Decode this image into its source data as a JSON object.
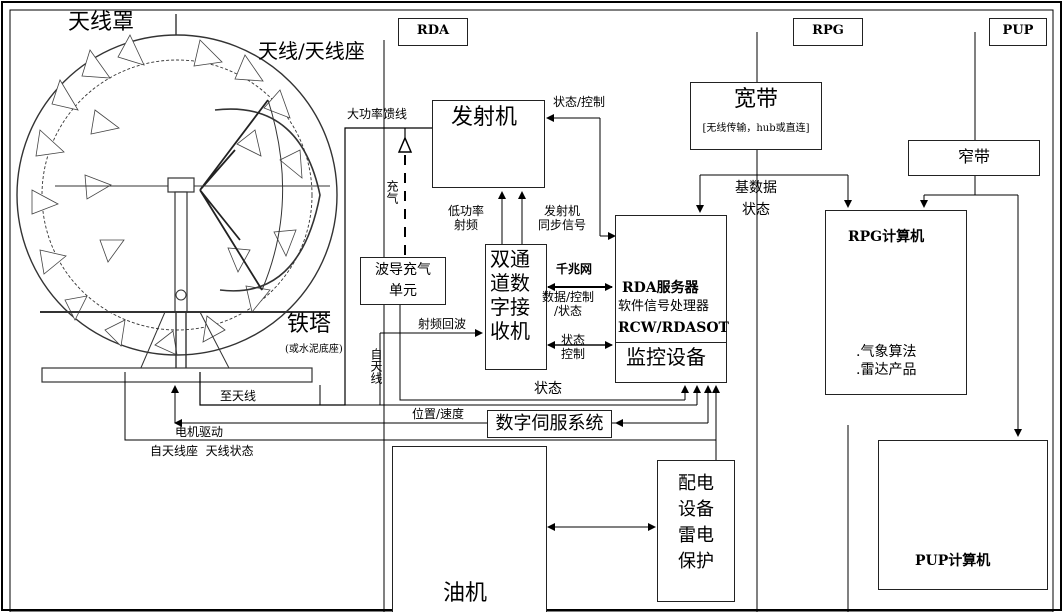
{
  "labels": {
    "radome": "天线罩",
    "antenna_mount": "天线/天线座",
    "tower": "铁塔",
    "tower_note": "(或水泥底座)",
    "rda_tag": "RDA",
    "rpg_tag": "RPG",
    "pup_tag": "PUP",
    "high_power_feed": "大功率馈线",
    "fill_gas": "充气",
    "transmitter": "发射机",
    "status_control_1": "状态/控制",
    "low_power_rf": "低功率\n射频",
    "tx_sync": "发射机\n同步信号",
    "broadband": "宽带",
    "broadband_note": "[无线传输，hub或直连]",
    "narrowband": "窄带",
    "base_data": "基数据",
    "status_a": "状态",
    "waveguide_unit": "波导充气\n单元",
    "receiver": "双通道数字接收机",
    "gigabit": "千兆网",
    "data_ctrl_status": "数据/控制\n/状态",
    "status_control_2": "状态\n控制",
    "rda_server_line1": "RDA服务器",
    "rda_server_line2": "软件信号处理器",
    "rda_server_line3": "RCW/RDASOT",
    "monitor_equipment": "监控设备",
    "rf_echo": "射频回波",
    "from_antenna": "自天线",
    "to_antenna": "至天线",
    "status_b": "状态",
    "position_speed": "位置/速度",
    "servo_system": "数字伺服系统",
    "motor_drive": "电机驱动",
    "from_mount_status": "自天线座  天线状态",
    "rpg_computer": "RPG计算机",
    "rpg_features": ".气象算法\n.雷达产品",
    "power_distribution": "配电\n设备\n雷电\n保护",
    "generator": "油机",
    "pup_computer": "PUP计算机"
  },
  "icons": {
    "radome": "radome-dish-icon",
    "server": "computer-monitor-icon",
    "rpg": "workstation-printer-icon",
    "pup": "workstation-rack-icon",
    "generator": "diesel-generator-icon"
  }
}
